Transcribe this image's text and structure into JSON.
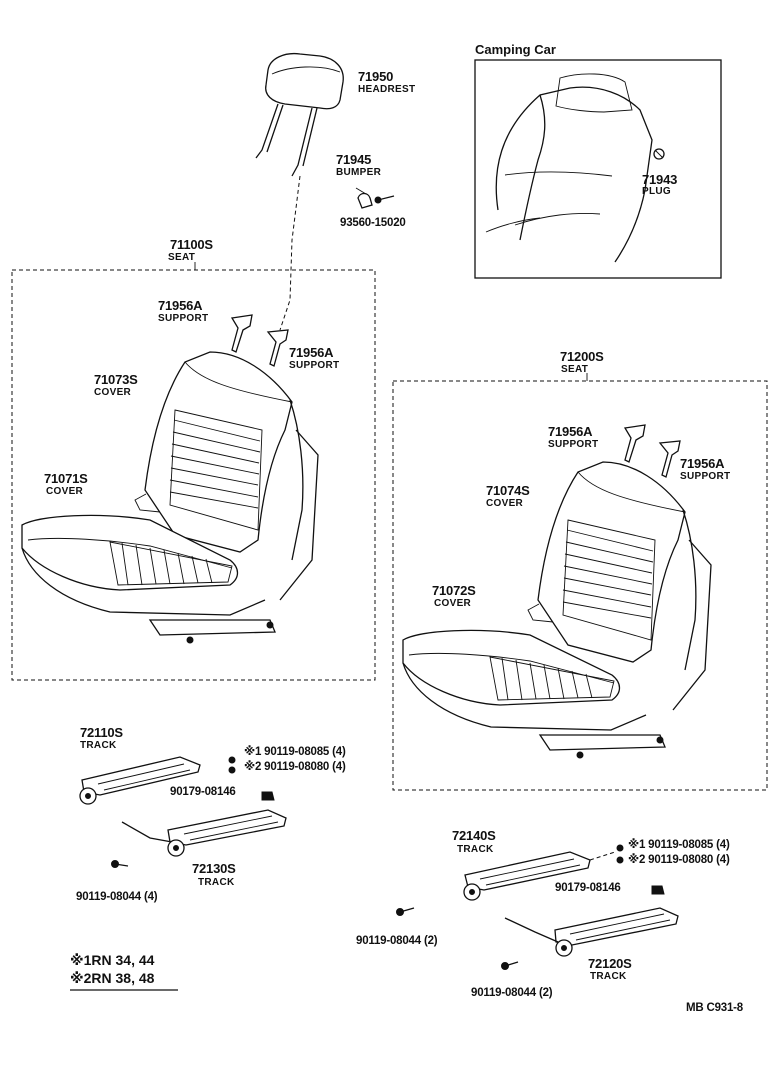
{
  "camping_car": {
    "title": "Camping Car",
    "plug_number": "71943",
    "plug_name": "PLUG"
  },
  "headrest": {
    "number": "71950",
    "name": "HEADREST"
  },
  "bumper": {
    "number": "71945",
    "name": "BUMPER",
    "screw": "93560-15020"
  },
  "seat_left": {
    "number": "71100S",
    "name": "SEAT",
    "support_a": {
      "number": "71956A",
      "name": "SUPPORT"
    },
    "support_b": {
      "number": "71956A",
      "name": "SUPPORT"
    },
    "back_cover": {
      "number": "71073S",
      "name": "COVER"
    },
    "cushion_cover": {
      "number": "71071S",
      "name": "COVER"
    }
  },
  "seat_right": {
    "number": "71200S",
    "name": "SEAT",
    "support_a": {
      "number": "71956A",
      "name": "SUPPORT"
    },
    "support_b": {
      "number": "71956A",
      "name": "SUPPORT"
    },
    "back_cover": {
      "number": "71074S",
      "name": "COVER"
    },
    "cushion_cover": {
      "number": "71072S",
      "name": "COVER"
    }
  },
  "track_left": {
    "upper": {
      "number": "72110S",
      "name": "TRACK"
    },
    "bolt1": "※1 90119-08085 (4)",
    "bolt2": "※2 90119-08080 (4)",
    "nut": "90179-08146",
    "lower": {
      "number": "72130S",
      "name": "TRACK"
    },
    "bolt3": "90119-08044 (4)"
  },
  "track_right": {
    "upper": {
      "number": "72140S",
      "name": "TRACK"
    },
    "bolt1": "※1 90119-08085 (4)",
    "bolt2": "※2 90119-08080 (4)",
    "nut": "90179-08146",
    "bolt3": "90119-08044 (2)",
    "lower": {
      "number": "72120S",
      "name": "TRACK"
    },
    "bolt4": "90119-08044 (2)"
  },
  "notes": {
    "note1": "※1RN 34, 44",
    "note2": "※2RN 38, 48"
  },
  "footer_code": "MB  C931-8"
}
